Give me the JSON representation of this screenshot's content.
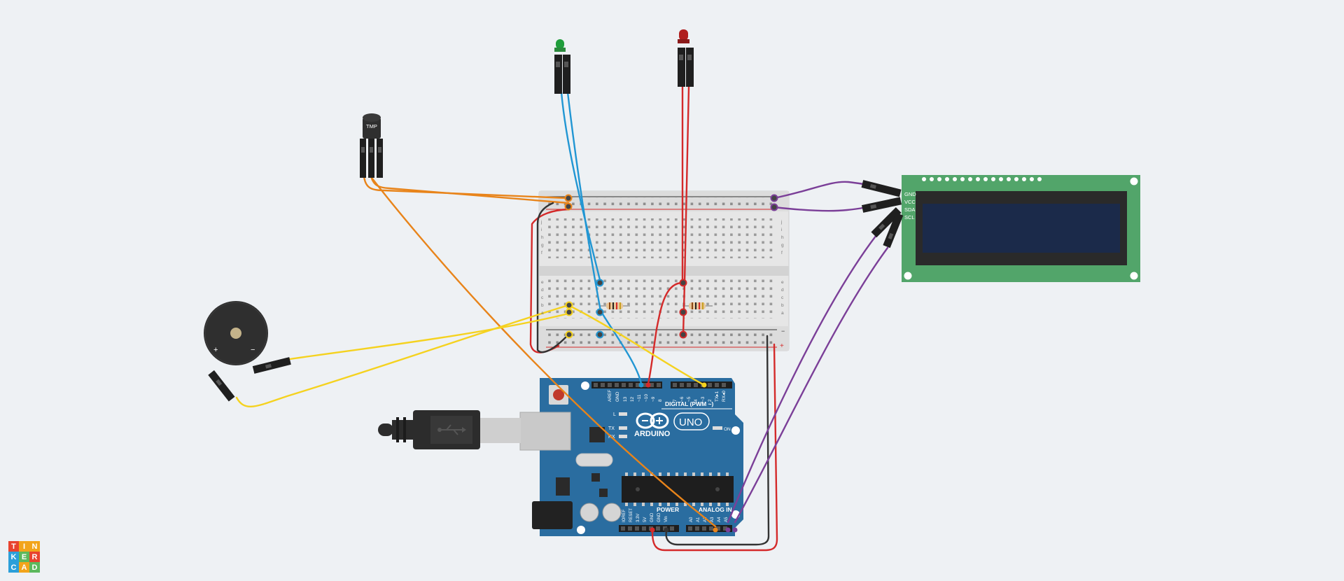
{
  "app": {
    "logo_letters": [
      "T",
      "I",
      "N",
      "K",
      "E",
      "R",
      "C",
      "A",
      "D"
    ],
    "logo_colors": [
      "#e8432e",
      "#f2a41b",
      "#f2a41b",
      "#2b9fd9",
      "#5cb85c",
      "#e8432e",
      "#2b9fd9",
      "#f2a41b",
      "#5cb85c"
    ]
  },
  "components": {
    "temp_sensor": {
      "label": "TMP"
    },
    "buzzer": {
      "plus": "+",
      "minus": "−"
    },
    "arduino": {
      "brand": "ARDUINO",
      "model": "UNO",
      "digital_label": "DIGITAL (PWM ~)",
      "power_label": "POWER",
      "analog_label": "ANALOG IN",
      "on_label": "ON",
      "l_label": "L",
      "tx_label": "TX",
      "rx_label": "RX",
      "aref": "AREF",
      "gnd": "GND",
      "digital_pins": [
        "13",
        "12",
        "~11",
        "~10",
        "~9",
        "8",
        "7",
        "~6",
        "~5",
        "4",
        "~3",
        "2",
        "TX▸1",
        "RX◂0"
      ],
      "power_pins": [
        "IOREF",
        "RESET",
        "3.3V",
        "5V",
        "GND",
        "GND",
        "Vin"
      ],
      "analog_pins": [
        "A0",
        "A1",
        "A2",
        "A3",
        "A4",
        "A5"
      ]
    },
    "lcd": {
      "pins": [
        "GND",
        "VCC",
        "SDA",
        "SCL"
      ]
    },
    "breadboard": {
      "rows_top": [
        "j",
        "i",
        "h",
        "g",
        "f"
      ],
      "rows_bottom": [
        "e",
        "d",
        "c",
        "b",
        "a"
      ],
      "minus": "−",
      "plus": "+"
    }
  },
  "colors": {
    "wire_orange": "#e8841a",
    "wire_blue": "#2196d3",
    "wire_red": "#d42a2a",
    "wire_yellow": "#f5d21f",
    "wire_purple": "#7b3f98",
    "wire_black": "#333333",
    "arduino_blue": "#2a6da0",
    "lcd_green": "#52a56a",
    "lcd_screen": "#1b2a4a",
    "led_green": "#1f9d3b",
    "led_red": "#b01e1e"
  }
}
